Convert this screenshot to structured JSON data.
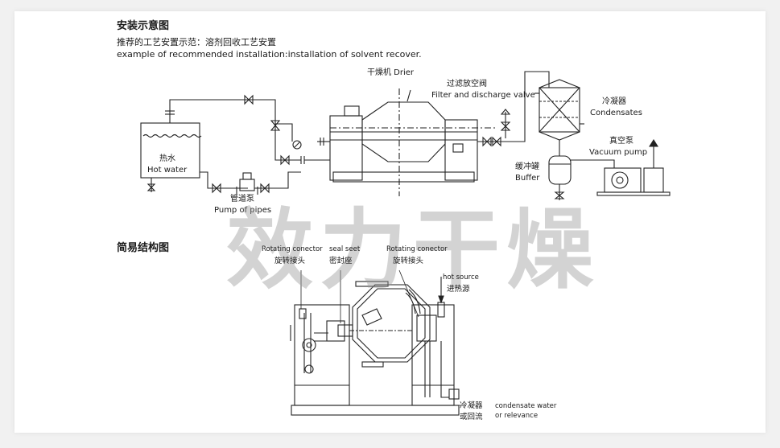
{
  "header": {
    "title": "安装示意图",
    "subtitle_cn": "推荐的工艺安置示范：溶剂回收工艺安置",
    "subtitle_en": "example of recommended installation:installation of solvent recover."
  },
  "install_labels": {
    "drier": "干燥机 Drier",
    "filter_cn": "过滤放空阀",
    "filter_en": "Filter and discharge valve",
    "condenser_cn": "冷凝器",
    "condenser_en": "Condensates",
    "vacuum_cn": "真空泵",
    "vacuum_en": "Vacuum pump",
    "buffer_cn": "缓冲罐",
    "buffer_en": "Buffer",
    "hotwater_cn": "热水",
    "hotwater_en": "Hot water",
    "pump_cn": "管道泵",
    "pump_en": "Pump of pipes"
  },
  "section2": {
    "title": "简易结构图"
  },
  "structure_labels": {
    "rot1_en": "Rotating conector",
    "rot1_cn": "旋转接头",
    "seal_en": "seal seet",
    "seal_cn": "密封座",
    "rot2_en": "Rotating conector",
    "rot2_cn": "旋转接头",
    "hot_en": "hot source",
    "hot_cn": "进热源",
    "cond_cn1": "冷凝器",
    "cond_cn2": "或回流",
    "cond_en1": "condensate water",
    "cond_en2": "or relevance"
  },
  "watermark": "效力干燥"
}
